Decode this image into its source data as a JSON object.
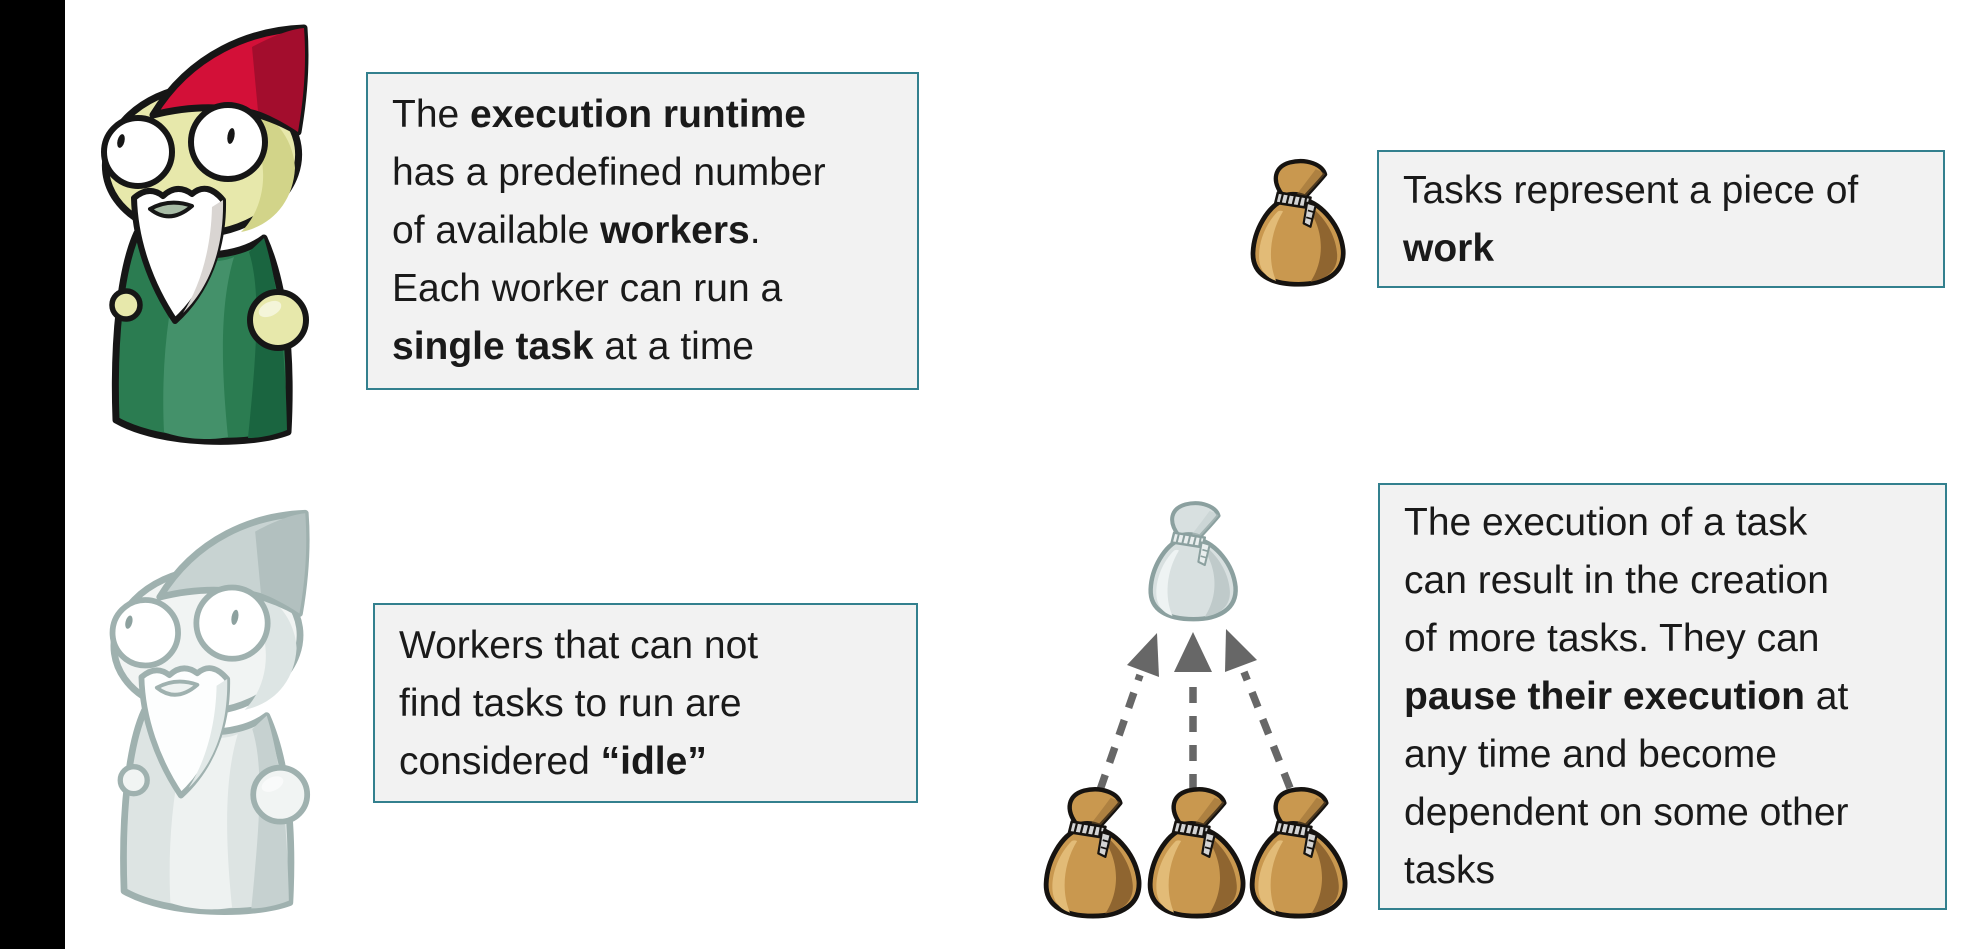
{
  "slide": {
    "boxes": {
      "runtime": {
        "segments": [
          {
            "t": "The "
          },
          {
            "t": "execution runtime",
            "b": true,
            "br": true
          },
          {
            "t": "has a predefined number",
            "br": true
          },
          {
            "t": "of available "
          },
          {
            "t": "workers",
            "b": true
          },
          {
            "t": ".",
            "br": true
          },
          {
            "t": "Each worker can run a",
            "br": true
          },
          {
            "t": "single task",
            "b": true
          },
          {
            "t": " at a time"
          }
        ]
      },
      "tasks": {
        "segments": [
          {
            "t": "Tasks represent a piece of",
            "br": true
          },
          {
            "t": "work",
            "b": true
          }
        ]
      },
      "idle": {
        "segments": [
          {
            "t": "Workers that can not",
            "br": true
          },
          {
            "t": "find tasks to run are",
            "br": true
          },
          {
            "t": "considered "
          },
          {
            "t": "“idle”",
            "b": true
          }
        ]
      },
      "creation": {
        "segments": [
          {
            "t": "The execution of a task",
            "br": true
          },
          {
            "t": "can result in the creation",
            "br": true
          },
          {
            "t": "of more tasks. They can",
            "br": true
          },
          {
            "t": "pause their execution",
            "b": true
          },
          {
            "t": " at",
            "br": true
          },
          {
            "t": "any time and become",
            "br": true
          },
          {
            "t": "dependent on some other",
            "br": true
          },
          {
            "t": "tasks"
          }
        ]
      }
    },
    "icons": {
      "worker": "gnome-worker-icon",
      "idle_worker": "idle-gnome-worker-icon",
      "task": "money-bag-task-icon",
      "paused_task": "faded-money-bag-task-icon",
      "spawn_arrows": "dashed-up-arrows-icon"
    },
    "colors": {
      "accent_teal_border": "#33808e",
      "box_fill": "#f2f2f2",
      "text": "#1a1a1a",
      "sidebar_black": "#000000",
      "hat_red": "#d31038",
      "robe_green": "#2b7c51",
      "skin_yellow": "#e7e8ab",
      "bag_brown": "#c9984f",
      "faded_gray": "#d8e0e0",
      "arrow_gray": "#676767"
    }
  }
}
